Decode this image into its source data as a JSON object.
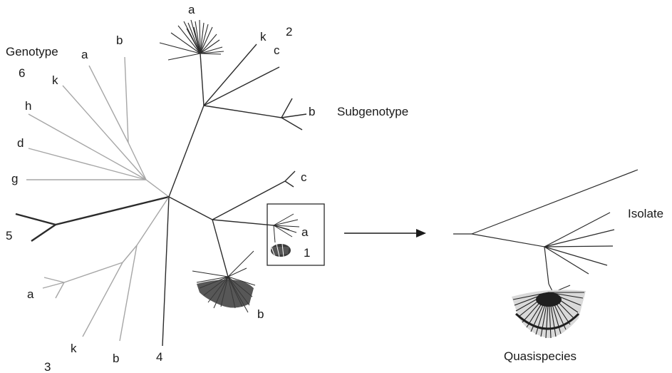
{
  "labels": {
    "genotype_title": "Genotype",
    "subgenotype_title": "Subgenotype",
    "isolate_title": "Isolate",
    "quasispecies_title": "Quasispecies",
    "genotype_6": "6",
    "g6_a": "a",
    "g6_b": "b",
    "g6_k": "k",
    "g6_h": "h",
    "g6_d": "d",
    "g6_g": "g",
    "genotype_5": "5",
    "genotype_3": "3",
    "g3_a": "a",
    "g3_k": "k",
    "g3_b": "b",
    "genotype_4": "4",
    "genotype_2": "2",
    "g2_a": "a",
    "g2_k": "k",
    "g2_c": "c",
    "g2_b": "b",
    "genotype_1": "1",
    "g1_c": "c",
    "g1_a": "a",
    "g1_b": "b"
  },
  "colors": {
    "line_dark": "#2b2b2b",
    "line_gray": "#a6a6a6",
    "text": "#1a1a1a"
  }
}
